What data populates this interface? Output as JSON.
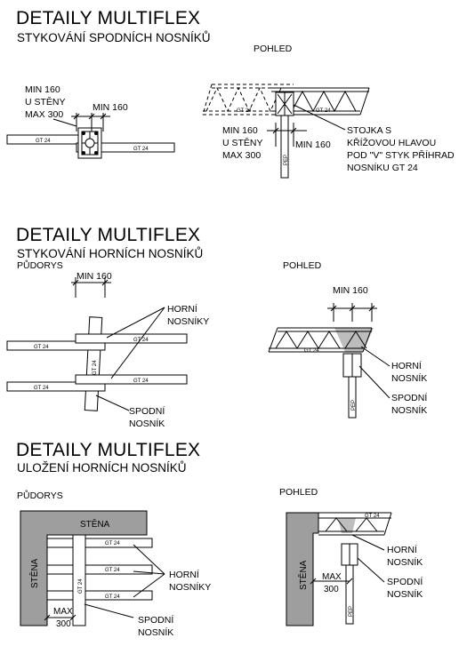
{
  "section1": {
    "title": "DETAILY MULTIFLEX",
    "subtitle": "STYKOVÁNÍ SPODNÍCH NOSNÍKŮ",
    "view_label": "POHLED",
    "left_dims": [
      "MIN 160",
      "U STĚNY",
      "MAX 300"
    ],
    "min_label": "MIN 160",
    "right_dims": [
      "MIN 160",
      "U STĚNY",
      "MAX 300"
    ],
    "right_min_label": "MIN 160",
    "stojka_note": [
      "STOJKA S",
      "KŘÍŽOVOU HLAVOU",
      "POD \"V\"  STYK PŘÍHRAD",
      "NOSNÍKU GT 24"
    ],
    "beam_label": "GT 24",
    "prop_label": "PEP"
  },
  "section2": {
    "title": "DETAILY MULTIFLEX",
    "subtitle": "STYKOVÁNÍ HORNÍCH NOSNÍKŮ",
    "plan_label": "PŮDORYS",
    "view_label": "POHLED",
    "min_label_left": "MIN 160",
    "min_label_right": "MIN 160",
    "horni_left": [
      "HORNÍ",
      "NOSNÍKY"
    ],
    "spodni_left": [
      "SPODNÍ",
      "NOSNÍK"
    ],
    "horni_right": [
      "HORNÍ",
      "NOSNÍK"
    ],
    "spodni_right": [
      "SPODNÍ",
      "NOSNÍK"
    ],
    "beam_label": "GT 24",
    "prop_label": "PEP"
  },
  "section3": {
    "title": "DETAILY MULTIFLEX",
    "subtitle": "ULOŽENÍ HORNÍCH NOSNÍKŮ",
    "plan_label": "PŮDORYS",
    "view_label": "POHLED",
    "wall_top": "STĚNA",
    "wall_side": "STĚNA",
    "wall_right": "STĚNA",
    "max_left": [
      "MAX",
      "300"
    ],
    "max_right": [
      "MAX",
      "300"
    ],
    "horni_left": [
      "HORNÍ",
      "NOSNÍKY"
    ],
    "spodni_left": [
      "SPODNÍ",
      "NOSNÍK"
    ],
    "horni_right": [
      "HORNÍ",
      "NOSNÍK"
    ],
    "spodni_right": [
      "SPODNÍ",
      "NOSNÍK"
    ],
    "beam_label": "GT 24",
    "prop_label": "PEP"
  }
}
